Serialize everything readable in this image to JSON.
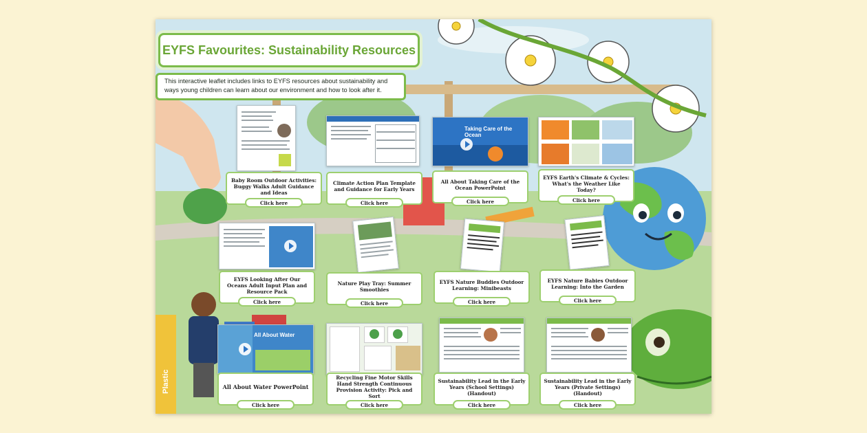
{
  "leaflet": {
    "title": "EYFS Favourites: Sustainability Resources",
    "intro": "This interactive leaflet includes links to EYFS resources about sustainability and ways young children can learn about our environment and how to look after it.",
    "bin_label": "Plastic",
    "click_label": "Click here"
  },
  "thumbs": {
    "ocean_slide_title": "Taking Care of the Ocean",
    "water_slide_title": "All About Water"
  },
  "resources": [
    {
      "title": "Baby Room Outdoor Activities: Buggy Walks Adult Guidance and Ideas",
      "button": "Click here"
    },
    {
      "title": "Climate Action Plan Template and Guidance for Early Years",
      "button": "Click here"
    },
    {
      "title": "All About Taking Care of the Ocean PowerPoint",
      "button": "Click here"
    },
    {
      "title": "EYFS Earth's Climate & Cycles: What's the Weather Like Today?",
      "button": "Click here"
    },
    {
      "title": "EYFS Looking After Our Oceans Adult Input Plan and Resource Pack",
      "button": "Click here"
    },
    {
      "title": "Nature Play Tray: Summer Smoothies",
      "button": "Click here"
    },
    {
      "title": "EYFS Nature Buddies Outdoor Learning: Minibeasts",
      "button": "Click here"
    },
    {
      "title": "EYFS Nature Babies Outdoor Learning: Into the Garden",
      "button": "Click here"
    },
    {
      "title": "All About Water PowerPoint",
      "button": "Click here"
    },
    {
      "title": "Recycling Fine Motor Skills Hand Strength Continuous Provision Activity: Pick and Sort",
      "button": "Click here"
    },
    {
      "title": "Sustainability Lead in the Early Years (School Settings) (Handout)",
      "button": "Click here"
    },
    {
      "title": "Sustainability Lead in the Early Years (Private Settings) (Handout)",
      "button": "Click here"
    }
  ],
  "colors": {
    "accent_green": "#7cbb4a",
    "title_green": "#6aa636",
    "background_cream": "#fbf3d3"
  }
}
